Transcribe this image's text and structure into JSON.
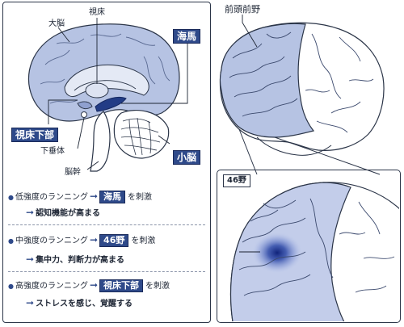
{
  "left_panel": {
    "cerebrum": "大脳",
    "thalamus": "視床",
    "hippocampus": "海馬",
    "hypothalamus": "視床下部",
    "pituitary": "下垂体",
    "cerebellum": "小脳",
    "brainstem": "脳幹"
  },
  "right_panel": {
    "prefrontal": "前頭前野",
    "area46": "46野"
  },
  "list": [
    {
      "intensity": "低強度のランニング",
      "target": "海馬",
      "suffix": "を刺激",
      "result": "認知機能が高まる"
    },
    {
      "intensity": "中強度のランニング",
      "target": "46野",
      "suffix": "を刺激",
      "result": "集中力、判断力が高まる"
    },
    {
      "intensity": "高強度のランニング",
      "target": "視床下部",
      "suffix": "を刺激",
      "result": "ストレスを感じ、覚醒する"
    }
  ],
  "colors": {
    "accent": "#2f4a8a",
    "brain_fill": "#b6c3e3",
    "outline": "#2b3548"
  }
}
